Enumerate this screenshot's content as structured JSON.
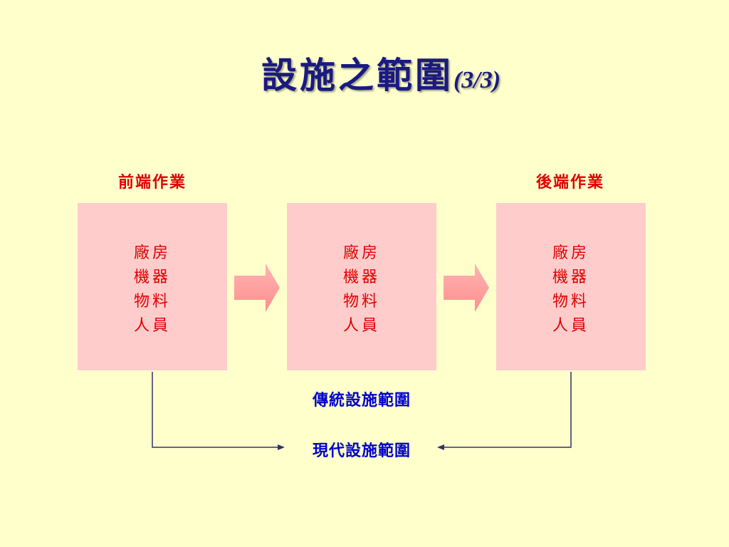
{
  "title": {
    "main": "設施之範圍",
    "suffix": "(3/3)"
  },
  "stages": {
    "front_label": "前端作業",
    "back_label": "後端作業"
  },
  "boxes": [
    {
      "items": [
        "廠房",
        "機器",
        "物料",
        "人員"
      ]
    },
    {
      "items": [
        "廠房",
        "機器",
        "物料",
        "人員"
      ]
    },
    {
      "items": [
        "廠房",
        "機器",
        "物料",
        "人員"
      ]
    }
  ],
  "scopes": {
    "traditional": "傳統設施範圍",
    "modern": "現代設施範圍"
  },
  "colors": {
    "background": "#ffffcc",
    "title": "#1a1a80",
    "box_fill": "#ffcccc",
    "red_text": "#e00000",
    "blue_text": "#0000cc",
    "arrow_fill": "#ff9999",
    "connector": "#333366"
  }
}
